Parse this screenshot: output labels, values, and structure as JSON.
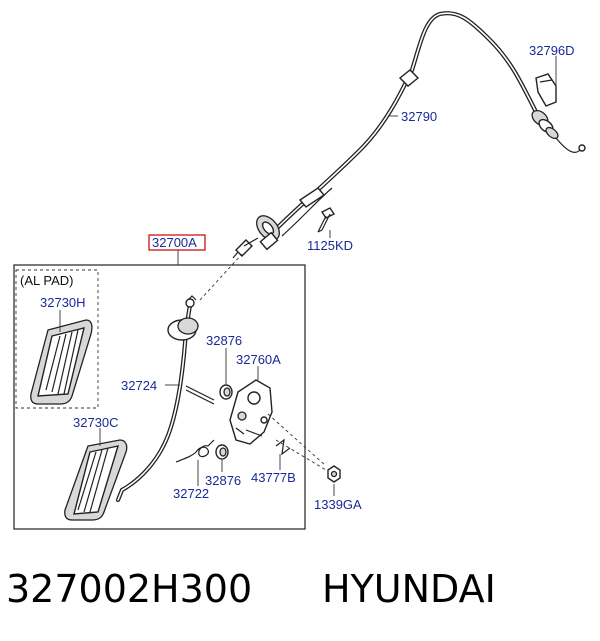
{
  "labels": {
    "p32796D": "32796D",
    "p32790": "32790",
    "p1125KD": "1125KD",
    "p32700A": "32700A",
    "al_pad": "(AL PAD)",
    "p32730H": "32730H",
    "p32876a": "32876",
    "p32760A": "32760A",
    "p32724": "32724",
    "p32730C": "32730C",
    "p32876b": "32876",
    "p43777B": "43777B",
    "p32722": "32722",
    "p1339GA": "1339GA"
  },
  "footer": {
    "part_number": "327002H300",
    "brand": "HYUNDAI"
  },
  "colors": {
    "label_blue": "#1a2a9a",
    "highlight_red": "#cc0000",
    "line": "#222222"
  }
}
